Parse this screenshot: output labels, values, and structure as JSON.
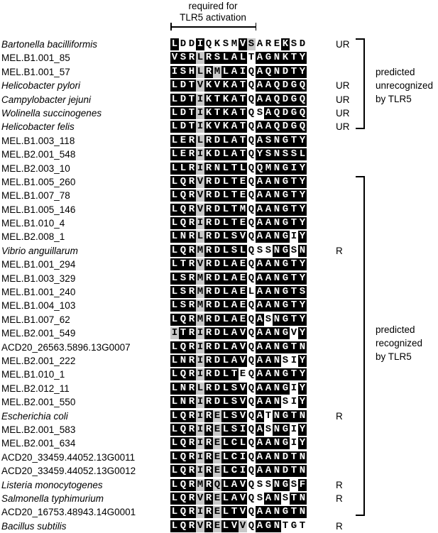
{
  "header": {
    "line1": "required for",
    "line2": "TLR5 activation"
  },
  "groups": {
    "unrecognized": [
      "predicted",
      "unrecognized",
      "by TLR5"
    ],
    "recognized": [
      "predicted",
      "recognized",
      "by TLR5"
    ]
  },
  "colors": {
    "black": "#000000",
    "gray": "#c8c8c8",
    "white": "#ffffff"
  },
  "shading_legend": "k = black background, g = gray background, w = white background",
  "rows": [
    {
      "name": "Bartonella bacilliformis",
      "italic": true,
      "seq": "LDDIQKSMVSAREKSD",
      "shade": "kwwkwwwwkgwwwkww",
      "status": "UR"
    },
    {
      "name": "MEL.B1.001_85",
      "italic": false,
      "seq": "VSRLRSLALTAGNKTY",
      "shade": "kkkgkkkkkwkkkkkk",
      "status": ""
    },
    {
      "name": "MEL.B1.001_57",
      "italic": false,
      "seq": "ISHLRMLAIQAQNDTY",
      "shade": "kkkgkgkkkwkkkkkk",
      "status": ""
    },
    {
      "name": "Helicobacter pylori",
      "italic": true,
      "seq": "LDTVKVKATQAAQDGQ",
      "shade": "kkkgkkkkkwkkkkkk",
      "status": "UR"
    },
    {
      "name": "Campylobacter jejuni",
      "italic": true,
      "seq": "LDTIKTKATQAAQDGQ",
      "shade": "kkkgkkkkkwkkkkkk",
      "status": "UR"
    },
    {
      "name": "Wolinella succinogenes",
      "italic": true,
      "seq": "LDTIKTKATQSAQDGQ",
      "shade": "kkkgkkkkkwwkkkkk",
      "status": "UR"
    },
    {
      "name": "Helicobacter felis",
      "italic": true,
      "seq": "LDTIKVKATQAAQDGQ",
      "shade": "kkkgkkkkkwkkkkkk",
      "status": "UR"
    },
    {
      "name": "MEL.B1.003_118",
      "italic": false,
      "seq": "LERLRDLATQASNGTY",
      "shade": "kkkgkkkkkwkkkkkk",
      "status": ""
    },
    {
      "name": "MEL.B2.001_548",
      "italic": false,
      "seq": "LERIKDLATQYSNSSL",
      "shade": "kkkgkkkkkwkkkkkk",
      "status": ""
    },
    {
      "name": "MEL.B2.003_10",
      "italic": false,
      "seq": "LLRIRNLTLQQMNGIY",
      "shade": "kkkgkkkkkwkkkkkk",
      "status": ""
    },
    {
      "name": "MEL.B1.005_260",
      "italic": false,
      "seq": "LQRVRDLTEQAANGTY",
      "shade": "kkkgkkkkkwkkkkkk",
      "status": ""
    },
    {
      "name": "MEL.B1.007_78",
      "italic": false,
      "seq": "LQRVRDLTEQAANGTY",
      "shade": "kkkgkkkkkwkkkkkk",
      "status": ""
    },
    {
      "name": "MEL.B1.005_146",
      "italic": false,
      "seq": "LQRVRDLTMQAANGTY",
      "shade": "kkkgkkkkkwkkkkkk",
      "status": ""
    },
    {
      "name": "MEL.B1.010_4",
      "italic": false,
      "seq": "LQRIRDLTEQAANGTY",
      "shade": "kkkgkkkkkwkkkkkk",
      "status": ""
    },
    {
      "name": "MEL.B2.008_1",
      "italic": false,
      "seq": "LNRLRDLSVQAANGIY",
      "shade": "kkkgkkkkkwkkkkwk",
      "status": ""
    },
    {
      "name": "Vibrio anguillarum",
      "italic": true,
      "seq": "LQRMRDLSLQSSNGSN",
      "shade": "kkkgkkkkkwwwkkwk",
      "status": "R"
    },
    {
      "name": "MEL.B1.001_294",
      "italic": false,
      "seq": "LTRVRDLAEQAANGTY",
      "shade": "kkkgkkkkkwkkkkkk",
      "status": ""
    },
    {
      "name": "MEL.B1.003_329",
      "italic": false,
      "seq": "LSRMRDLAEQAANGTY",
      "shade": "kkkgkkkkkwkkkkkk",
      "status": ""
    },
    {
      "name": "MEL.B1.001_240",
      "italic": false,
      "seq": "LSRMRDLAELAANGTS",
      "shade": "kkkgkkkkkwkkkkkk",
      "status": ""
    },
    {
      "name": "MEL.B1.004_103",
      "italic": false,
      "seq": "LSRMRDLAEQAANGTY",
      "shade": "kkkgkkkkkwkkkkkk",
      "status": ""
    },
    {
      "name": "MEL.B1.007_62",
      "italic": false,
      "seq": "LQRMRDLAEQASNGTY",
      "shade": "kkkgkkkkkwkwkkkk",
      "status": ""
    },
    {
      "name": "MEL.B2.001_549",
      "italic": false,
      "seq": "ITRIRDLAVQAANGVY",
      "shade": "gkkgkkkkkwkkkkwk",
      "status": ""
    },
    {
      "name": "ACD20_26563.5896.13G0007",
      "italic": false,
      "seq": "LQRIRDLAVQAANGTN",
      "shade": "kkkgkkkkkwkkkkkk",
      "status": ""
    },
    {
      "name": "MEL.B2.001_222",
      "italic": false,
      "seq": "LNRIRDLAVQAANSIY",
      "shade": "kkkgkkkkkwkkkwwk",
      "status": ""
    },
    {
      "name": "MEL.B1.010_1",
      "italic": false,
      "seq": "LQRIRDLTEQAANGTY",
      "shade": "kkkgkkkkwwkkkkkk",
      "status": ""
    },
    {
      "name": "MEL.B2.012_11",
      "italic": false,
      "seq": "LNRLRDLSVQAANGIY",
      "shade": "kkkgkkkkkwkkkkwk",
      "status": ""
    },
    {
      "name": "MEL.B2.001_550",
      "italic": false,
      "seq": "LNRIRDLSVQAANSIY",
      "shade": "kkkgkkkkkwkkkwwk",
      "status": ""
    },
    {
      "name": "Escherichia coli",
      "italic": true,
      "seq": "LQRIRELSVQATNGTN",
      "shade": "kkkgkgkkkwkwkkkk",
      "status": "R"
    },
    {
      "name": "MEL.B2.001_583",
      "italic": false,
      "seq": "LQRIRELSIQASNGIY",
      "shade": "kkkgkgkkkwkwkkwk",
      "status": ""
    },
    {
      "name": "MEL.B2.001_634",
      "italic": false,
      "seq": "LQRIRELCLQAANGIY",
      "shade": "kkkgkgkkkwkkkkwk",
      "status": ""
    },
    {
      "name": "ACD20_33459.44052.13G0011",
      "italic": false,
      "seq": "LQRIRELCIQAANDTN",
      "shade": "kkkgkgkkkwkkkkkk",
      "status": ""
    },
    {
      "name": "ACD20_33459.44052.13G0012",
      "italic": false,
      "seq": "LQRIRELCIQAANDTN",
      "shade": "kkkgkgkkkwkkkkkk",
      "status": ""
    },
    {
      "name": "Listeria monocytogenes",
      "italic": true,
      "seq": "LQRMRQLAVQSSNGSF",
      "shade": "kkkgkgkkkwwwkkwk",
      "status": "R"
    },
    {
      "name": "Salmonella typhimurium",
      "italic": true,
      "seq": "LQRVRELAVQSANSTN",
      "shade": "kkkgkgkkkwwkkwkk",
      "status": "R"
    },
    {
      "name": "ACD20_16753.48943.14G0001",
      "italic": false,
      "seq": "LQRIRELTVQAANGTN",
      "shade": "kkkgkgkkkwkkkkkk",
      "status": ""
    },
    {
      "name": "Bacillus subtilis",
      "italic": true,
      "seq": "LQRVRELVVQAGNTGT",
      "shade": "kkkgkgkkgwkkkwww",
      "status": "R"
    }
  ]
}
